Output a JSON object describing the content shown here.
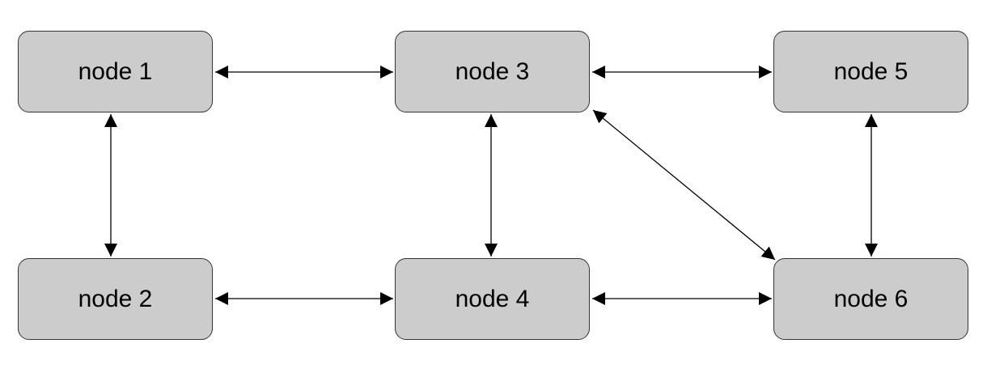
{
  "nodes": [
    {
      "id": "n1",
      "label": "node 1"
    },
    {
      "id": "n2",
      "label": "node 2"
    },
    {
      "id": "n3",
      "label": "node 3"
    },
    {
      "id": "n4",
      "label": "node 4"
    },
    {
      "id": "n5",
      "label": "node 5"
    },
    {
      "id": "n6",
      "label": "node 6"
    }
  ],
  "edges": [
    {
      "from": "node 1",
      "to": "node 3",
      "direction": "bidirectional"
    },
    {
      "from": "node 3",
      "to": "node 5",
      "direction": "bidirectional"
    },
    {
      "from": "node 1",
      "to": "node 2",
      "direction": "bidirectional"
    },
    {
      "from": "node 3",
      "to": "node 4",
      "direction": "bidirectional"
    },
    {
      "from": "node 5",
      "to": "node 6",
      "direction": "bidirectional"
    },
    {
      "from": "node 2",
      "to": "node 4",
      "direction": "bidirectional"
    },
    {
      "from": "node 4",
      "to": "node 6",
      "direction": "bidirectional"
    },
    {
      "from": "node 3",
      "to": "node 6",
      "direction": "bidirectional"
    }
  ],
  "colors": {
    "node_fill": "#cccccc",
    "node_border": "#333333",
    "edge": "#000000"
  }
}
